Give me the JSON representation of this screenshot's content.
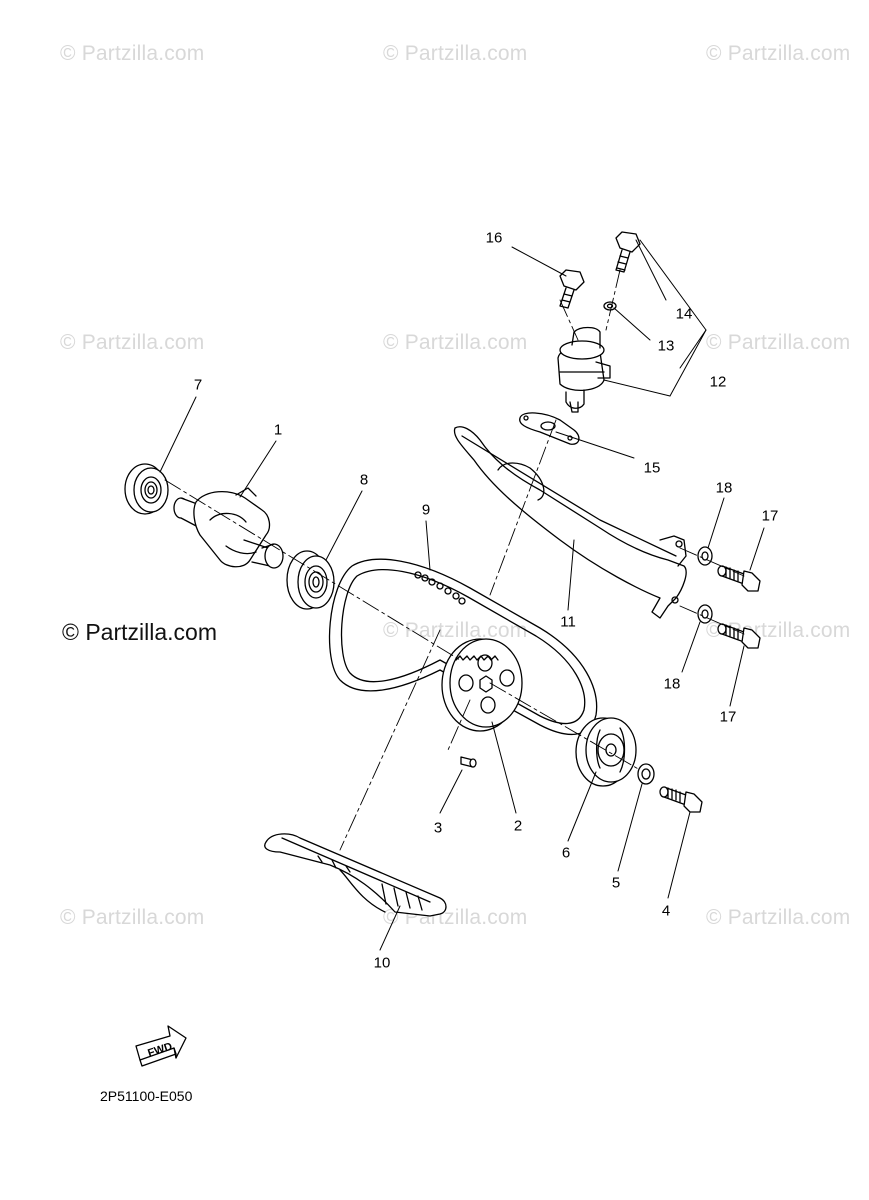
{
  "watermark": {
    "text": "© Partzilla.com"
  },
  "callouts": {
    "c1": "1",
    "c2": "2",
    "c3": "3",
    "c4": "4",
    "c5": "5",
    "c6": "6",
    "c7": "7",
    "c8": "8",
    "c9": "9",
    "c10": "10",
    "c11": "11",
    "c12": "12",
    "c13": "13",
    "c14": "14",
    "c15": "15",
    "c16": "16",
    "c17a": "17",
    "c17b": "17",
    "c18a": "18",
    "c18b": "18"
  },
  "fwd_label": "FWD",
  "diagram_code": "2P51100-E050"
}
